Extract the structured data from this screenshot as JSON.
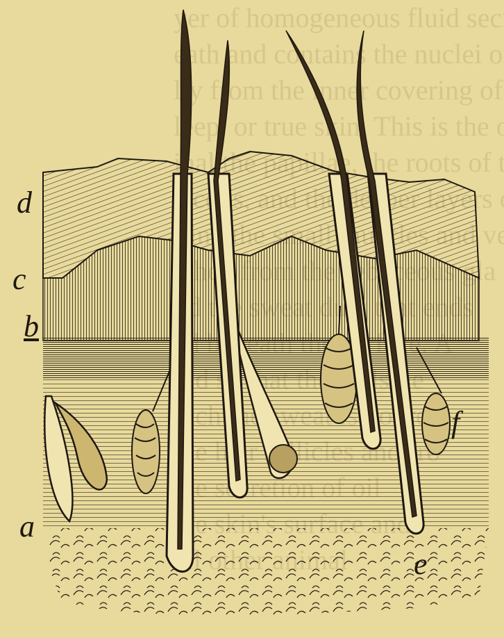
{
  "colors": {
    "paper": "#e8da9c",
    "ink": "#1e1810",
    "hair_fill": "#f0e4b0"
  },
  "labels": {
    "d": "d",
    "c_top": "c",
    "b": "b",
    "a": "a",
    "f": "f",
    "e": "e"
  },
  "bleed_through_text": [
    "yer of homogeneous fluid secreted by",
    "eath and contains the nuclei of cells",
    "lly from the inner covering of the sk",
    "leep, or true skin. This is the outer la",
    "inal the papillae, the roots of the hair",
    "e cells, and the deeper layers of th",
    "tting the small muscles and ves",
    "tched from the sebaceous gla",
    "nd the sweat duct that ends",
    "ed beneath the surface. A",
    "ind so that the coils lie",
    "hich the sweat is poured",
    "the hair follicles and fro",
    "the secretion of oil",
    "the skin's surface and",
    "all other animal"
  ]
}
